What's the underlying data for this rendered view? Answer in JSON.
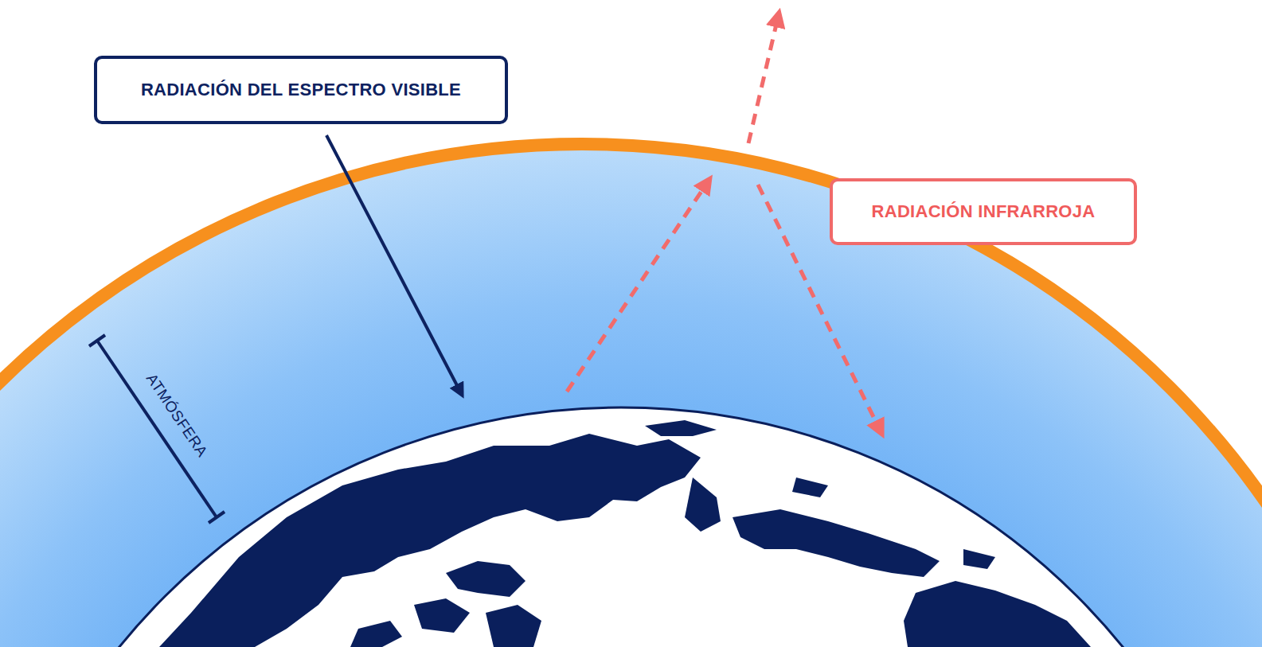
{
  "diagram": {
    "nodes": [
      {
        "text": [
          "RADIACIÓN DEL ESPECTRO VISIBLE"
        ]
      },
      {
        "text": [
          "RADIACIÓN INFRARROJA"
        ]
      }
    ],
    "labels": [
      "ATMÓSFERA"
    ]
  }
}
